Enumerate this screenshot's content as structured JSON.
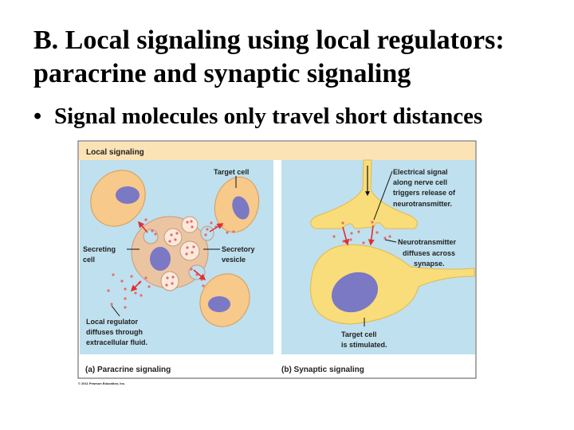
{
  "slide": {
    "title_line1": "B. Local signaling using local regulators:",
    "title_line2": "paracrine and synaptic signaling",
    "bullet": "Signal molecules only travel short distances"
  },
  "figure": {
    "header": "Local signaling",
    "paracrine": {
      "caption": "(a) Paracrine signaling",
      "target_cell": "Target cell",
      "secreting_cell": [
        "Secreting",
        "cell"
      ],
      "secretory_vesicle": [
        "Secretory",
        "vesicle"
      ],
      "local_regulator": [
        "Local regulator",
        "diffuses through",
        "extracellular fluid."
      ]
    },
    "synaptic": {
      "caption": "(b) Synaptic signaling",
      "electrical_signal": [
        "Electrical signal",
        "along nerve cell",
        "triggers release of",
        "neurotransmitter."
      ],
      "neurotransmitter": [
        "Neurotransmitter",
        "diffuses across",
        "synapse."
      ],
      "target_cell": [
        "Target cell",
        "is stimulated."
      ]
    },
    "copyright": "© 2011 Pearson Education, Inc.",
    "colors": {
      "header": "#fbe3b5",
      "fluid": "#bfe0ee",
      "cell": "#f7c98a",
      "nucleus": "#7b78c4",
      "nerve": "#f9dd7a",
      "signal": "#e03030"
    }
  }
}
